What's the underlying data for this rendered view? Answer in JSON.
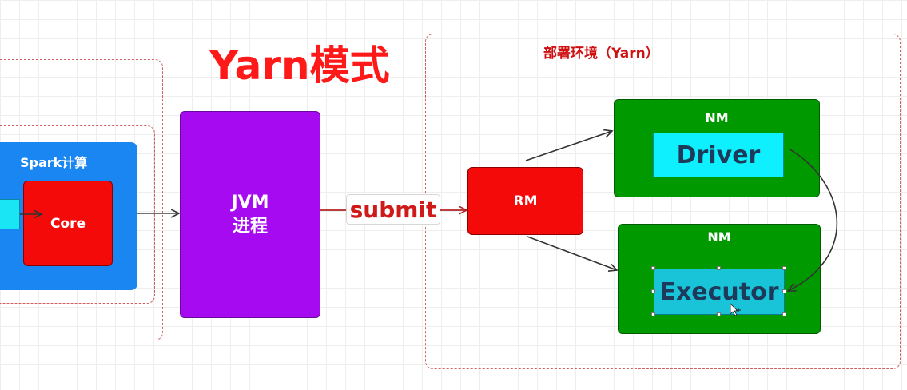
{
  "title": "Yarn模式",
  "env_label": "部署环境（Yarn）",
  "spark": {
    "label": "Spark计算",
    "core": "Core"
  },
  "jvm": {
    "line1": "JVM",
    "line2": "进程"
  },
  "submit": "submit",
  "rm": "RM",
  "nm_top": {
    "label": "NM",
    "driver": "Driver"
  },
  "nm_bottom": {
    "label": "NM",
    "executor": "Executor"
  },
  "colors": {
    "title": "#ff1a1a",
    "spark": "#1a86f2",
    "core": "#f50a0a",
    "jvm": "#a60af0",
    "rm": "#f50a0a",
    "nm": "#009900",
    "driver": "#0ff0ff",
    "executor": "#19c3d8"
  }
}
